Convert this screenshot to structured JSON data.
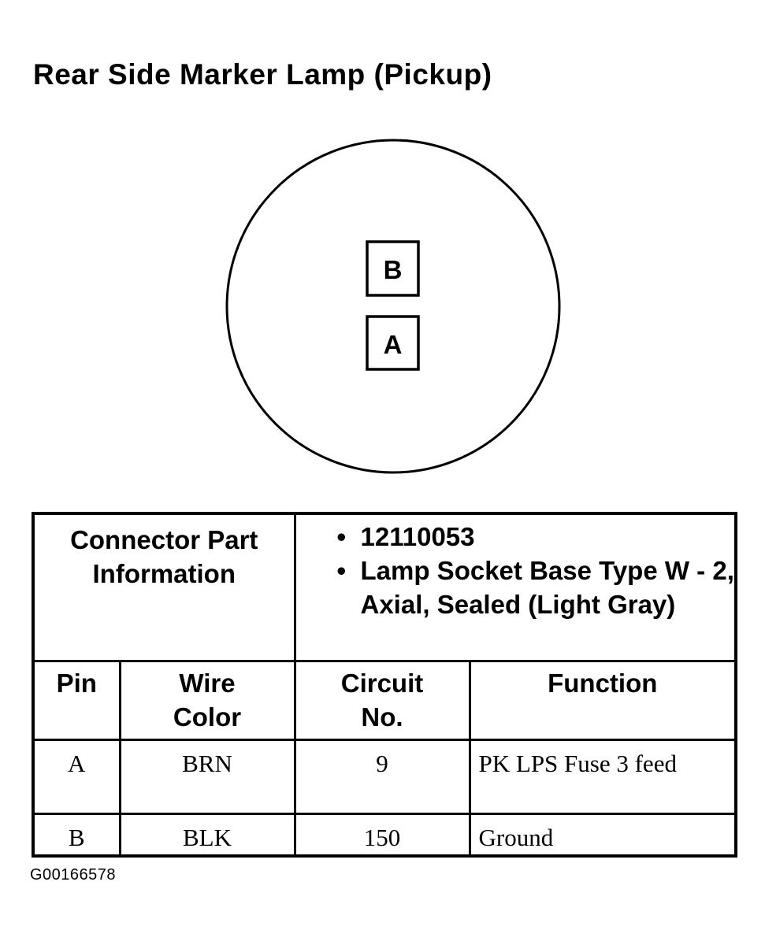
{
  "title": "Rear Side Marker Lamp (Pickup)",
  "connector": {
    "pins": [
      "B",
      "A"
    ]
  },
  "part_info": {
    "label": "Connector Part Information",
    "items": [
      "12110053",
      "Lamp Socket Base Type W - 2, Axial, Sealed (Light Gray)"
    ]
  },
  "table": {
    "headers": [
      "Pin",
      "Wire Color",
      "Circuit No.",
      "Function"
    ],
    "rows": [
      [
        "A",
        "BRN",
        "9",
        "PK LPS Fuse 3 feed"
      ],
      [
        "B",
        "BLK",
        "150",
        "Ground"
      ]
    ]
  },
  "figure_id": "G00166578"
}
